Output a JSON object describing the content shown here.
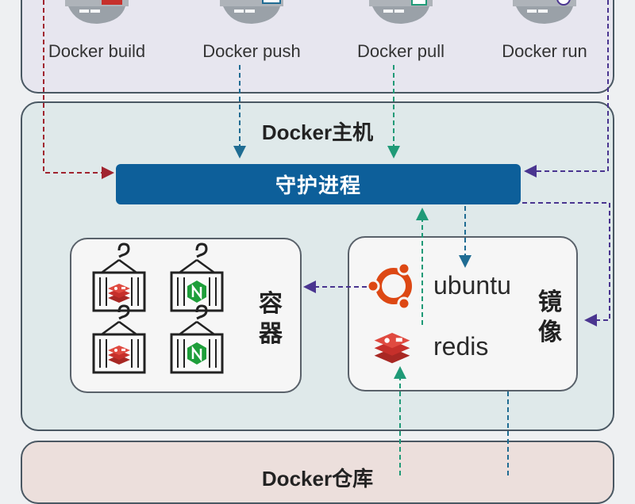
{
  "clients": {
    "commands": [
      {
        "label": "Docker build"
      },
      {
        "label": "Docker push"
      },
      {
        "label": "Docker pull"
      },
      {
        "label": "Docker run"
      }
    ]
  },
  "host": {
    "title": "Docker主机",
    "daemon_label": "守护进程",
    "containers_label_line1": "容",
    "containers_label_line2": "器",
    "images_label_line1": "镜",
    "images_label_line2": "像",
    "images": [
      {
        "name": "ubuntu"
      },
      {
        "name": "redis"
      }
    ]
  },
  "registry": {
    "title": "Docker仓库"
  },
  "colors": {
    "daemon": "#0d5f9a",
    "build_arrow": "#a0242f",
    "push_arrow": "#1f6c93",
    "pull_arrow": "#1f9a77",
    "run_arrow": "#4a3590",
    "redis": "#c6302b",
    "nginx": "#1e9e3a",
    "ubuntu": "#dd4814"
  }
}
